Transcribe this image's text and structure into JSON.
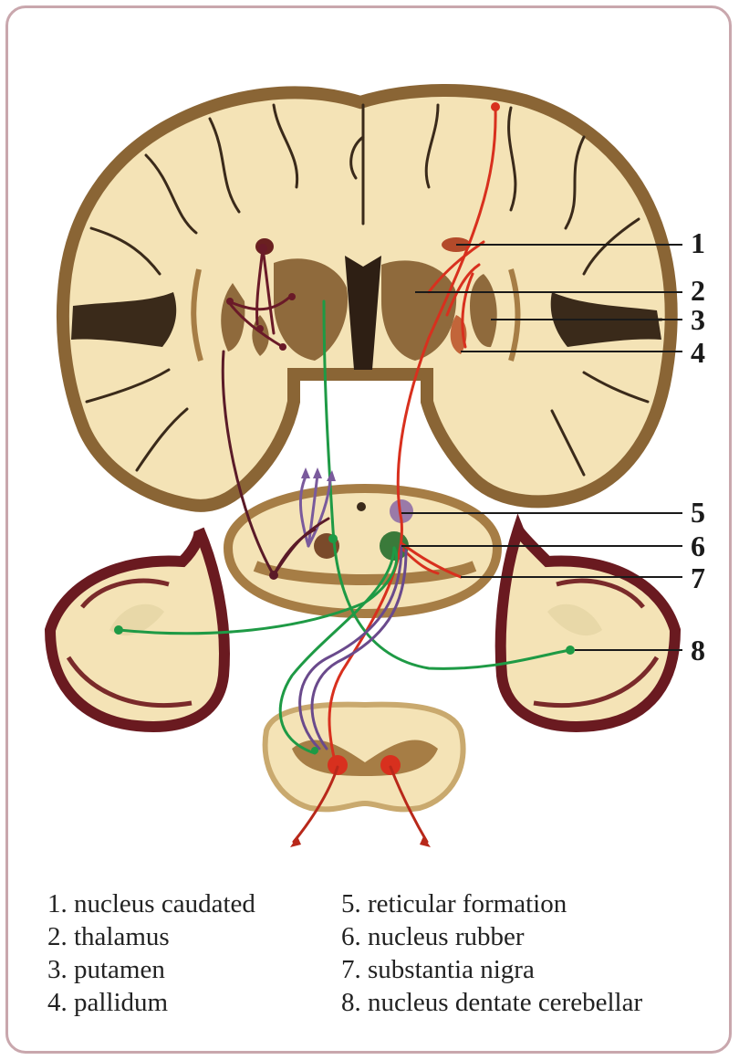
{
  "callout_numbers": [
    "1",
    "2",
    "3",
    "4",
    "5",
    "6",
    "7",
    "8"
  ],
  "legend": {
    "left": [
      "1. nucleus caudated",
      "2. thalamus",
      "3. putamen",
      "4. pallidum"
    ],
    "right": [
      "5. reticular formation",
      "6. nucleus rubber",
      "7. substantia nigra",
      "8. nucleus dentate cerebellar"
    ]
  },
  "colors": {
    "tissue": "#f4e3b6",
    "cortex": "#a67d45",
    "sulcus": "#3a2a1a",
    "nucleus": "#8f6a3c",
    "tract_red": "#d8301e",
    "tract_green": "#1e9a45",
    "tract_purple": "#6a4a8c",
    "tract_maroon": "#7a1e2c",
    "frame": "#c9a7ad"
  }
}
